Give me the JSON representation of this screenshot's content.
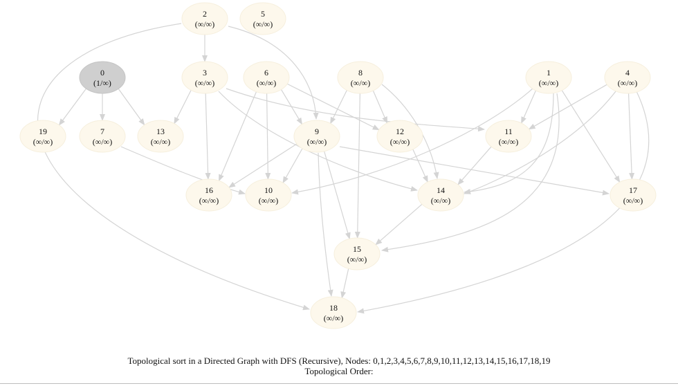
{
  "graph": {
    "nodes": [
      {
        "id": "0",
        "label": "0",
        "value": "(1/∞)",
        "visited": true
      },
      {
        "id": "1",
        "label": "1",
        "value": "(∞/∞)",
        "visited": false
      },
      {
        "id": "2",
        "label": "2",
        "value": "(∞/∞)",
        "visited": false
      },
      {
        "id": "3",
        "label": "3",
        "value": "(∞/∞)",
        "visited": false
      },
      {
        "id": "4",
        "label": "4",
        "value": "(∞/∞)",
        "visited": false
      },
      {
        "id": "5",
        "label": "5",
        "value": "(∞/∞)",
        "visited": false
      },
      {
        "id": "6",
        "label": "6",
        "value": "(∞/∞)",
        "visited": false
      },
      {
        "id": "7",
        "label": "7",
        "value": "(∞/∞)",
        "visited": false
      },
      {
        "id": "8",
        "label": "8",
        "value": "(∞/∞)",
        "visited": false
      },
      {
        "id": "9",
        "label": "9",
        "value": "(∞/∞)",
        "visited": false
      },
      {
        "id": "10",
        "label": "10",
        "value": "(∞/∞)",
        "visited": false
      },
      {
        "id": "11",
        "label": "11",
        "value": "(∞/∞)",
        "visited": false
      },
      {
        "id": "12",
        "label": "12",
        "value": "(∞/∞)",
        "visited": false
      },
      {
        "id": "13",
        "label": "13",
        "value": "(∞/∞)",
        "visited": false
      },
      {
        "id": "14",
        "label": "14",
        "value": "(∞/∞)",
        "visited": false
      },
      {
        "id": "15",
        "label": "15",
        "value": "(∞/∞)",
        "visited": false
      },
      {
        "id": "16",
        "label": "16",
        "value": "(∞/∞)",
        "visited": false
      },
      {
        "id": "17",
        "label": "17",
        "value": "(∞/∞)",
        "visited": false
      },
      {
        "id": "18",
        "label": "18",
        "value": "(∞/∞)",
        "visited": false
      },
      {
        "id": "19",
        "label": "19",
        "value": "(∞/∞)",
        "visited": false
      }
    ],
    "edges": [
      [
        "0",
        "19"
      ],
      [
        "0",
        "7"
      ],
      [
        "0",
        "13"
      ],
      [
        "2",
        "3"
      ],
      [
        "2",
        "9"
      ],
      [
        "2",
        "18"
      ],
      [
        "3",
        "13"
      ],
      [
        "3",
        "16"
      ],
      [
        "3",
        "11"
      ],
      [
        "3",
        "14"
      ],
      [
        "6",
        "16"
      ],
      [
        "6",
        "10"
      ],
      [
        "6",
        "9"
      ],
      [
        "6",
        "12"
      ],
      [
        "7",
        "10"
      ],
      [
        "8",
        "9"
      ],
      [
        "8",
        "12"
      ],
      [
        "8",
        "15"
      ],
      [
        "8",
        "14"
      ],
      [
        "9",
        "16"
      ],
      [
        "9",
        "10"
      ],
      [
        "9",
        "15"
      ],
      [
        "9",
        "18"
      ],
      [
        "9",
        "17"
      ],
      [
        "12",
        "14"
      ],
      [
        "11",
        "14"
      ],
      [
        "1",
        "10"
      ],
      [
        "1",
        "11"
      ],
      [
        "1",
        "14"
      ],
      [
        "1",
        "15"
      ],
      [
        "1",
        "17"
      ],
      [
        "4",
        "11"
      ],
      [
        "4",
        "17"
      ],
      [
        "4",
        "14"
      ],
      [
        "4",
        "18"
      ],
      [
        "14",
        "15"
      ],
      [
        "15",
        "18"
      ]
    ],
    "colors": {
      "edge": "#d4d4d4",
      "node_fill": "#fdf8ec",
      "visited_fill": "#cfcfcf",
      "text": "#111111"
    }
  },
  "caption": {
    "line1": "Topological sort in a Directed Graph with DFS (Recursive), Nodes: 0,1,2,3,4,5,6,7,8,9,10,11,12,13,14,15,16,17,18,19",
    "line2": "Topological Order:"
  }
}
